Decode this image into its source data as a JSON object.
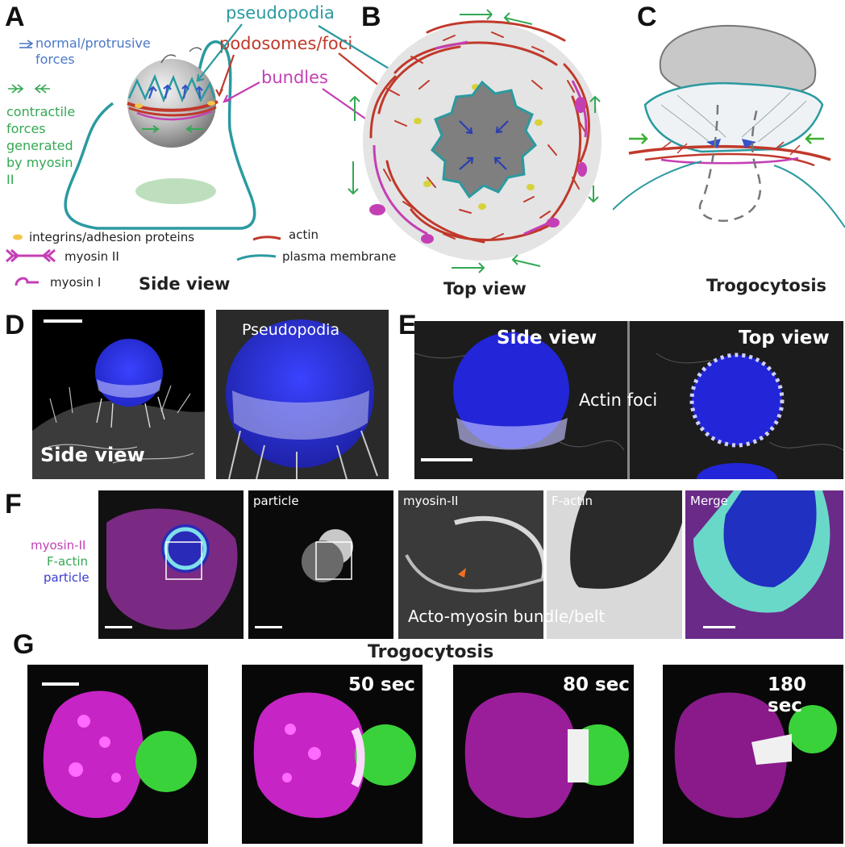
{
  "panels": {
    "A": {
      "letter": "A",
      "normal_forces": "normal/protrusive forces",
      "contractile_forces": "contractile forces generated by myosin II",
      "caption": "Side view"
    },
    "B": {
      "letter": "B",
      "caption": "Top view"
    },
    "C": {
      "letter": "C",
      "caption": "Trogocytosis"
    },
    "D": {
      "letter": "D",
      "side_view": "Side view",
      "pseudopodia": "Pseudopodia"
    },
    "E": {
      "letter": "E",
      "side_view": "Side view",
      "top_view": "Top view",
      "actin_foci": "Actin foci"
    },
    "F": {
      "letter": "F",
      "legend_myosin": "myosin-II",
      "legend_factin": "F-actin",
      "legend_particle": "particle",
      "tile_particle": "particle",
      "tile_myosin": "myosin-II",
      "tile_factin": "F-actin",
      "tile_merge": "Merge",
      "belt": "Acto-myosin bundle/belt"
    },
    "G": {
      "letter": "G",
      "title": "Trogocytosis",
      "t1": "50 sec",
      "t2": "80 sec",
      "t3": "180 sec"
    }
  },
  "callouts": {
    "pseudopodia": "pseudopodia",
    "podosomes": "podosomes/foci",
    "bundles": "bundles"
  },
  "legend": {
    "integrins": "integrins/adhesion proteins",
    "myosin2": "myosin II",
    "myosin1": "myosin I",
    "actin": "actin",
    "membrane": "plasma membrane"
  },
  "colors": {
    "blue_text": "#4a78c8",
    "green_text": "#34a853",
    "teal": "#2a9aa0",
    "red": "#c0392b",
    "magenta": "#c43fb4",
    "yellow": "#f3c64a",
    "particle_blue": "#2d2ee0",
    "particle_green": "#3ad23a",
    "myosin_magenta": "#e040d8"
  }
}
